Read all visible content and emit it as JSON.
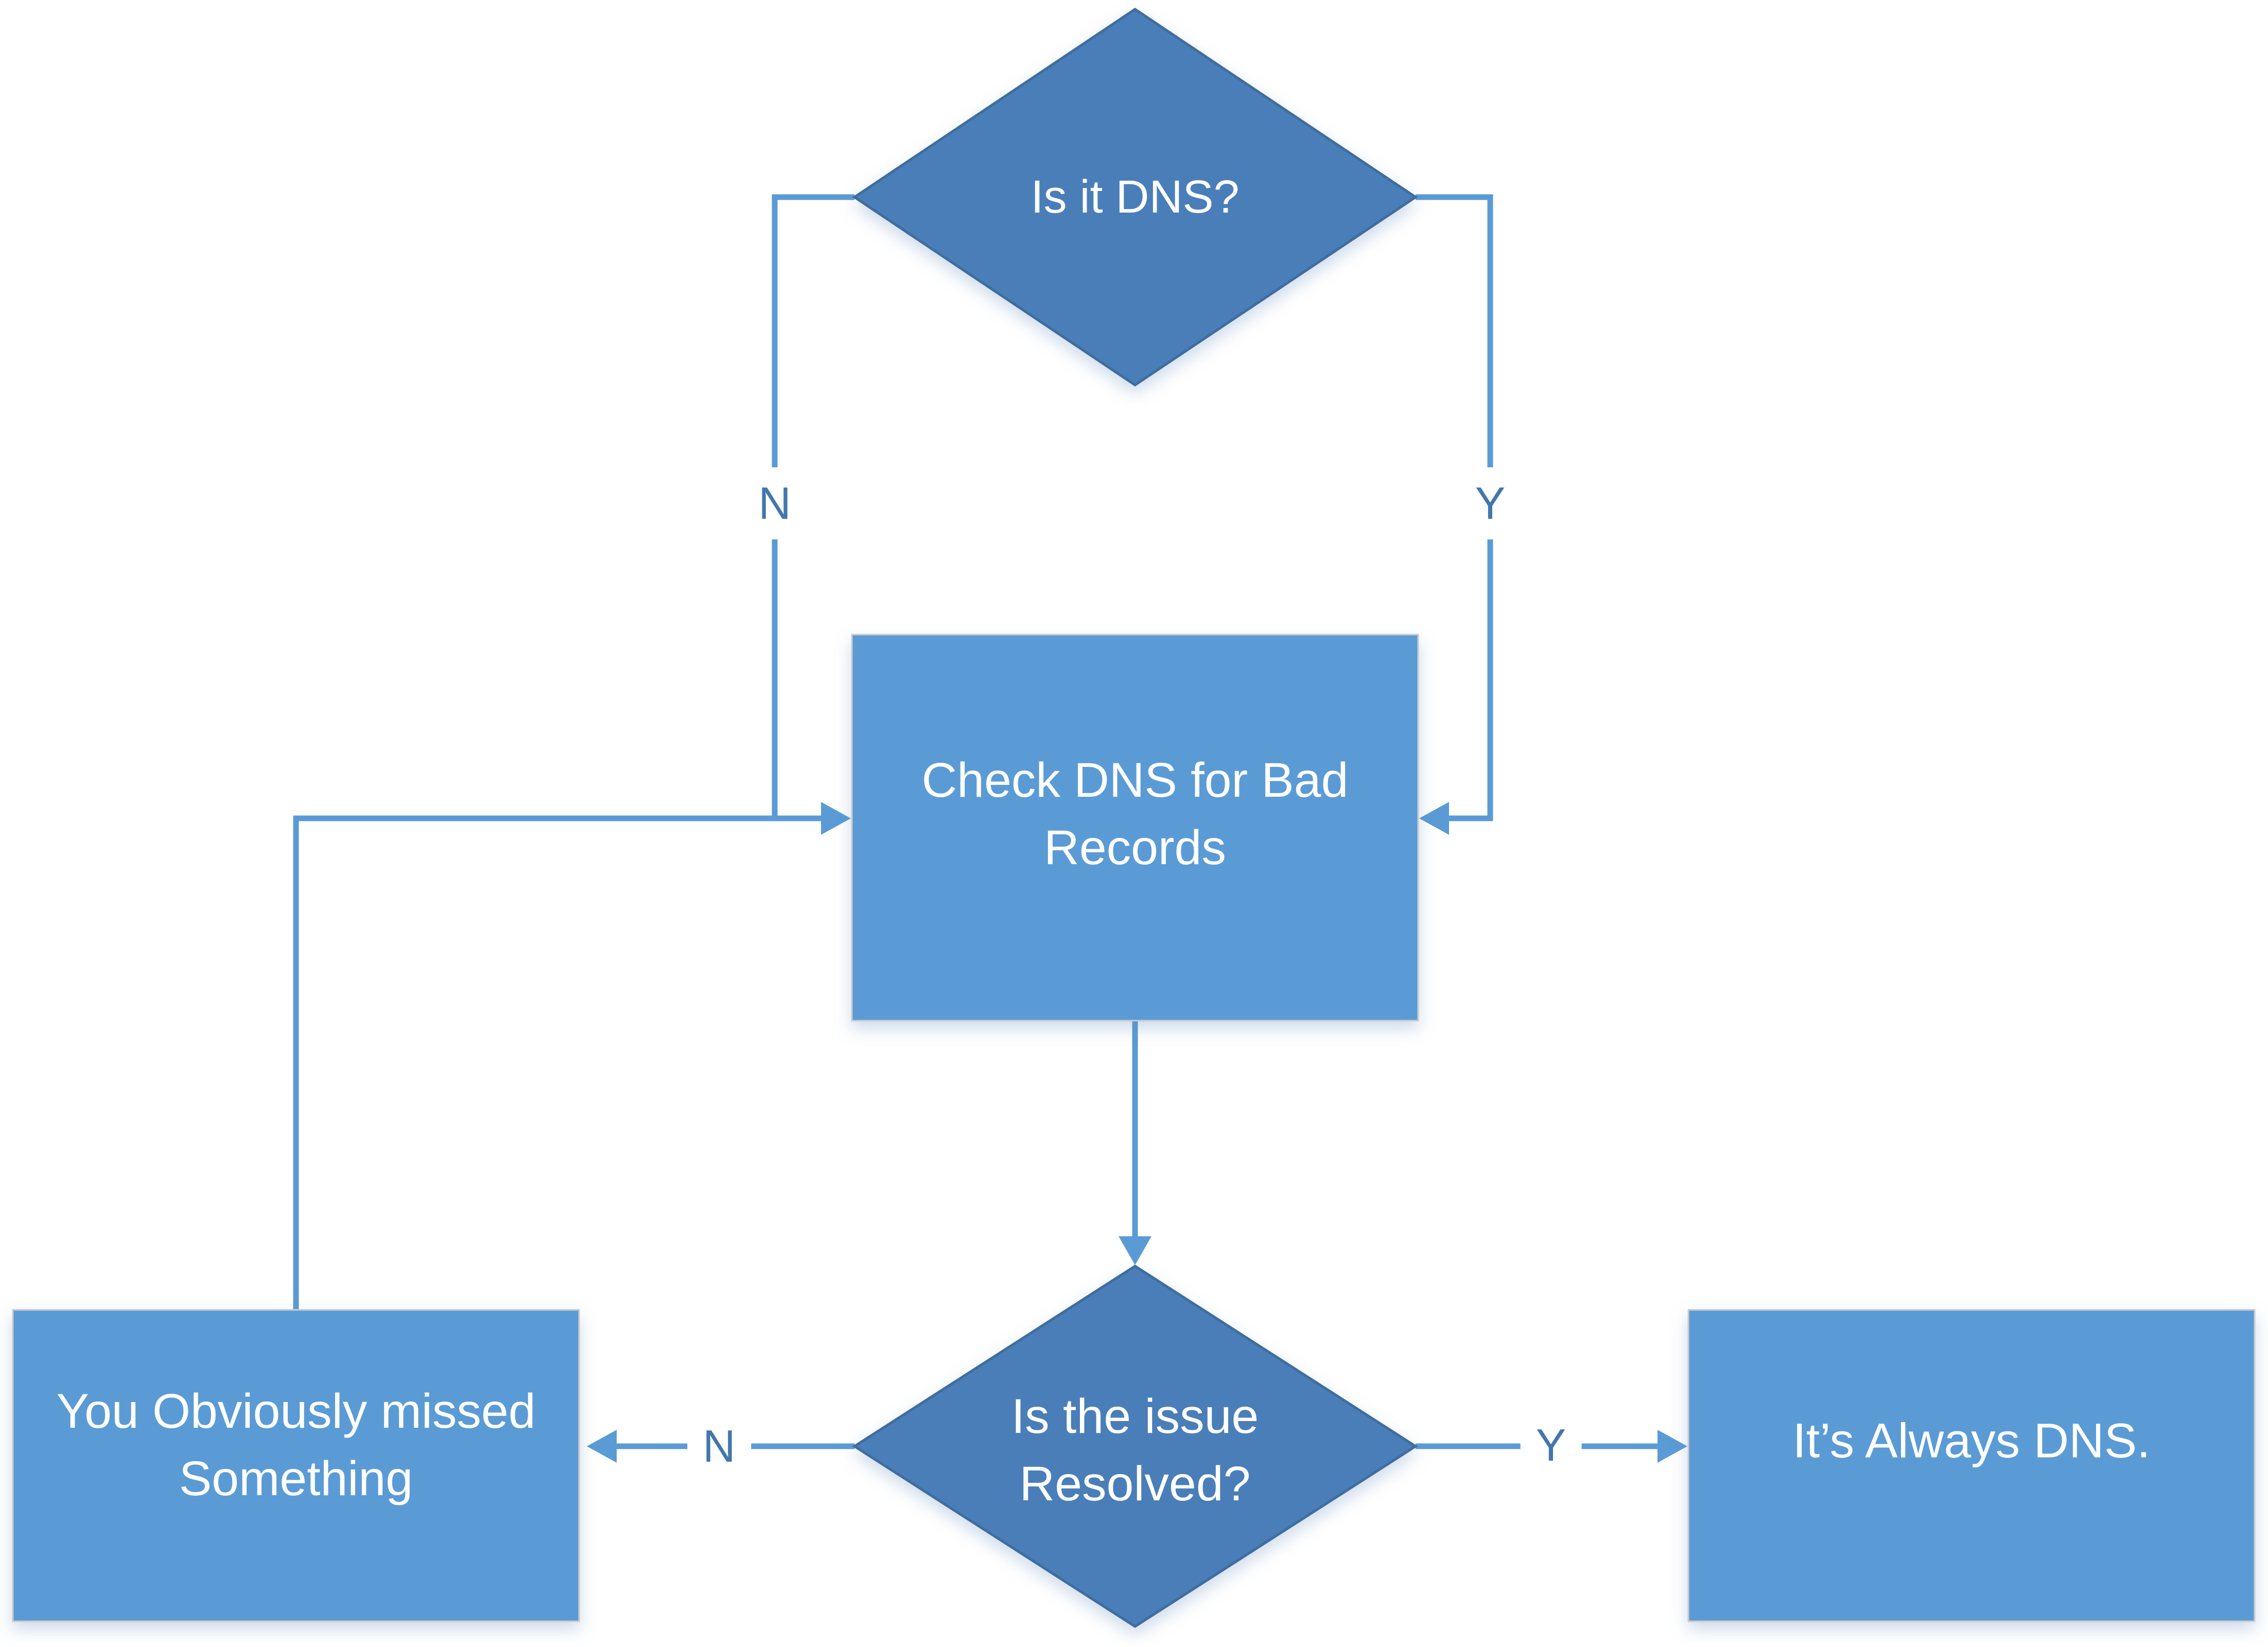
{
  "diagram": {
    "nodes": {
      "is_it_dns": {
        "label": "Is it DNS?",
        "shape": "decision"
      },
      "check_dns": {
        "label": "Check DNS for Bad Records",
        "shape": "process"
      },
      "issue_resolved": {
        "label": "Is the issue Resolved?",
        "shape": "decision"
      },
      "missed_something": {
        "label": "You Obviously missed Something",
        "shape": "process"
      },
      "always_dns": {
        "label": "It’s Always DNS.",
        "shape": "process"
      }
    },
    "edges": {
      "dns_no": {
        "label": "N",
        "from": "is_it_dns",
        "to": "check_dns"
      },
      "dns_yes": {
        "label": "Y",
        "from": "is_it_dns",
        "to": "check_dns"
      },
      "check_to_resolved": {
        "label": "",
        "from": "check_dns",
        "to": "issue_resolved"
      },
      "resolved_no": {
        "label": "N",
        "from": "issue_resolved",
        "to": "missed_something"
      },
      "resolved_yes": {
        "label": "Y",
        "from": "issue_resolved",
        "to": "always_dns"
      },
      "loop_back": {
        "label": "",
        "from": "missed_something",
        "to": "check_dns"
      }
    },
    "colors": {
      "background": "#FFFFFF",
      "decision_fill": "#4A7EB8",
      "decision_border": "#3F6D9E",
      "process_fill": "#5B9BD5",
      "process_border": "#CBCBCB",
      "connector": "#5B9BD5",
      "edge_label_text": "#4377AC",
      "node_text": "#FFFFFF"
    }
  }
}
